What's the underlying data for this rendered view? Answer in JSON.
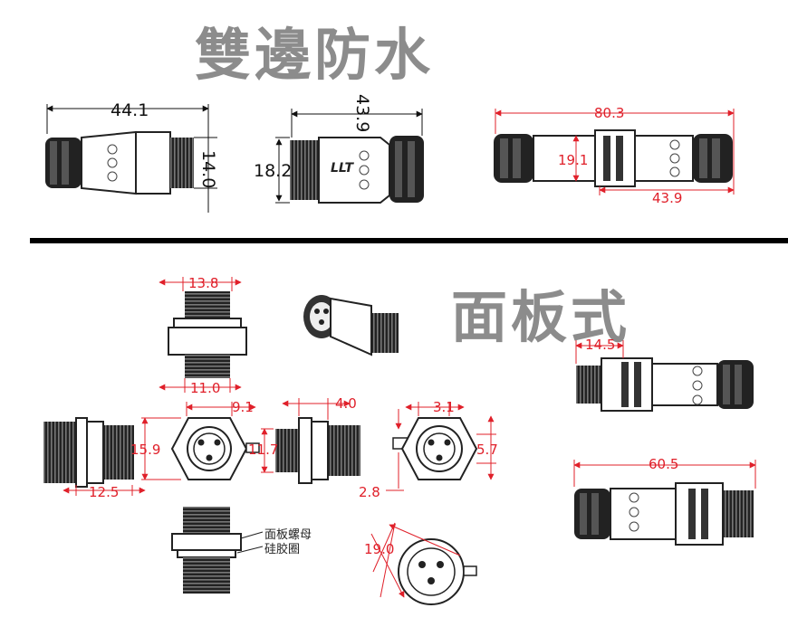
{
  "titles": {
    "double_waterproof": "雙邊防水",
    "panel_mount": "面板式"
  },
  "dimensions": {
    "top_left_length": "44.1",
    "top_left_thread_height": "14.0",
    "top_mid_length": "43.9",
    "top_mid_height": "18.2",
    "top_right_total": "80.3",
    "top_right_height": "19.1",
    "top_right_half": "43.9",
    "panel_top_width": "13.8",
    "panel_bottom_width": "11.0",
    "side_height": "15.9",
    "side_length": "12.5",
    "front_flat": "9.1",
    "nut_height": "11.7",
    "nut_width": "4.0",
    "pin_offset": "3.1",
    "pin_height": "5.7",
    "pin_small": "2.8",
    "bottom_diameter": "19.0",
    "right_top_thread": "14.5",
    "right_bottom_total": "60.5"
  },
  "labels": {
    "panel_nut": "面板螺母",
    "silicone_ring": "硅胶圈",
    "body_mark": "LLT"
  },
  "colors": {
    "dimension": "#e0202a",
    "line": "#111111",
    "title": "#8c8c8c",
    "divider": "#000000"
  }
}
